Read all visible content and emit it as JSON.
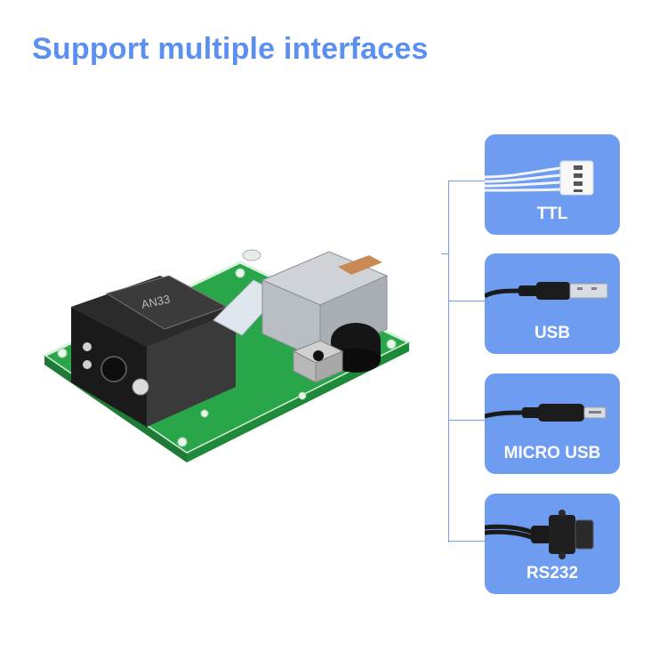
{
  "headline": "Support multiple interfaces",
  "interfaces": [
    {
      "label": "TTL",
      "icon": "ttl-cable-icon"
    },
    {
      "label": "USB",
      "icon": "usb-cable-icon"
    },
    {
      "label": "MICRO USB",
      "icon": "micro-usb-cable-icon"
    },
    {
      "label": "RS232",
      "icon": "rs232-cable-icon"
    }
  ],
  "board": {
    "chip_marking": "AN33"
  },
  "colors": {
    "accent": "#5b8ff0",
    "card": "#6d9cf0",
    "pcb": "#2aa64a"
  }
}
